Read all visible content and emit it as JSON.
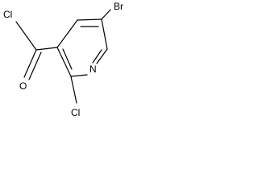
{
  "molecule": {
    "atoms": {
      "br": "Br",
      "acyl_cl": "Cl",
      "carbonyl_o": "O",
      "ring_n": "N",
      "ring_cl": "Cl"
    }
  }
}
